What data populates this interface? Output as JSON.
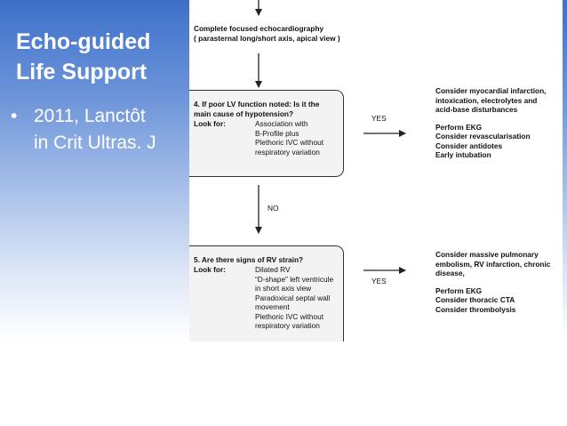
{
  "slide": {
    "title_line1": "Echo-guided",
    "title_line2": "Life Support",
    "bullet_symbol": "•",
    "bullet_line1": "2011, Lanctôt",
    "bullet_line2": "in Crit Ultras. J"
  },
  "flowchart": {
    "top_box": {
      "line1": "Complete focused echocardiography",
      "line2": "( parasternal long/short axis, apical view )"
    },
    "step4": {
      "question_line1": "4. If poor LV function noted: Is it the",
      "question_line2": "main cause of hypotension?",
      "look_for": "Look for:",
      "item1": "Association with",
      "item2": "B-Profile plus",
      "item3": "Plethoric IVC without",
      "item4": "respiratory variation",
      "yes_label": "YES",
      "no_label": "NO",
      "consider_line1": "Consider myocardial infarction,",
      "consider_line2": "intoxication, electrolytes and",
      "consider_line3": "acid-base disturbances",
      "action1": "Perform EKG",
      "action2": "Consider revascularisation",
      "action3": "Consider antidotes",
      "action4": "Early intubation"
    },
    "step5": {
      "question": "5. Are there signs of RV strain?",
      "look_for": "Look for:",
      "item1": "Dilated RV",
      "item2a": "“D-shape” left ventricule",
      "item2b": "in short axis view",
      "item3a": "Paradoxical septal wall",
      "item3b": "movement",
      "item4a": "Plethoric IVC without",
      "item4b": "respiratory variation",
      "yes_label": "YES",
      "consider_line1": "Consider massive pulmonary",
      "consider_line2": "embolism, RV infarction, chronic",
      "consider_line3": "disease,",
      "action1": "Perform EKG",
      "action2": "Consider thoracic CTA",
      "action3": "Consider thrombolysis"
    }
  }
}
